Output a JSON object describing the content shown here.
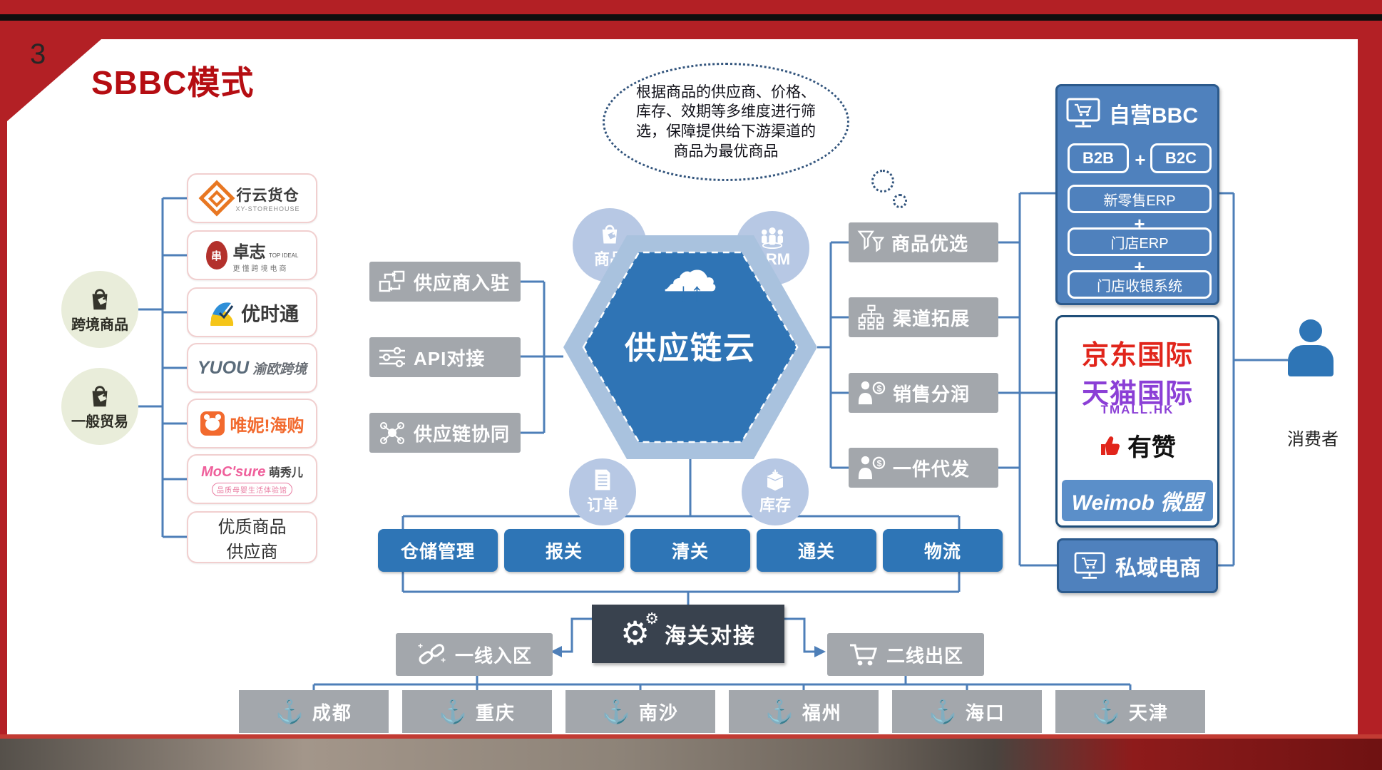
{
  "page": {
    "number": "3",
    "title": "SBBC模式"
  },
  "glyphs": {
    "gear": "⚙",
    "anchor": "⚓",
    "cloud": "☁",
    "arrows": "↓↑",
    "plus": "+"
  },
  "left": {
    "categories": [
      {
        "label": "跨境商品"
      },
      {
        "label": "一般贸易"
      }
    ],
    "suppliers": [
      {
        "name": "行云货仓",
        "sub": "XY-STOREHOUSE"
      },
      {
        "name": "卓志",
        "sub": "TOP IDEAL",
        "tagline": "更懂跨境电商"
      },
      {
        "name": "优时通"
      },
      {
        "name": "YUOU",
        "sub": "渝欧跨境"
      },
      {
        "name": "唯妮!海购"
      },
      {
        "name": "MoC'sure",
        "sub": "萌秀儿",
        "tagline": "品质母婴生活体验馆"
      },
      {
        "line1": "优质商品",
        "line2": "供应商"
      }
    ]
  },
  "intake": {
    "buttons": [
      "供应商入驻",
      "API对接",
      "供应链协同"
    ]
  },
  "hub": {
    "title": "供应链云",
    "satellites": [
      "商品",
      "CRM",
      "订单",
      "库存"
    ]
  },
  "note": {
    "lines": [
      "根据商品的供应商、价格、",
      "库存、效期等多维度进行筛",
      "选，保障提供给下游渠道的",
      "商品为最优商品"
    ]
  },
  "distribution": {
    "buttons": [
      "商品优选",
      "渠道拓展",
      "销售分润",
      "一件代发"
    ]
  },
  "bbc": {
    "title": "自营BBC",
    "b2b": "B2B",
    "b2c": "B2C",
    "stack": [
      "新零售ERP",
      "门店ERP",
      "门店收银系统"
    ]
  },
  "channels": {
    "jd": "京东国际",
    "tmall": "天猫国际",
    "tmall_sub": "TMALL.HK",
    "youzan": "有赞",
    "weimob": "Weimob 微盟"
  },
  "private_ec": {
    "label": "私域电商"
  },
  "consumer": {
    "label": "消费者"
  },
  "customs": {
    "steps": [
      "仓储管理",
      "报关",
      "清关",
      "通关",
      "物流"
    ],
    "hub": "海关对接",
    "zone_in": "一线入区",
    "zone_out": "二线出区"
  },
  "ports": [
    "成都",
    "重庆",
    "南沙",
    "福州",
    "海口",
    "天津"
  ]
}
